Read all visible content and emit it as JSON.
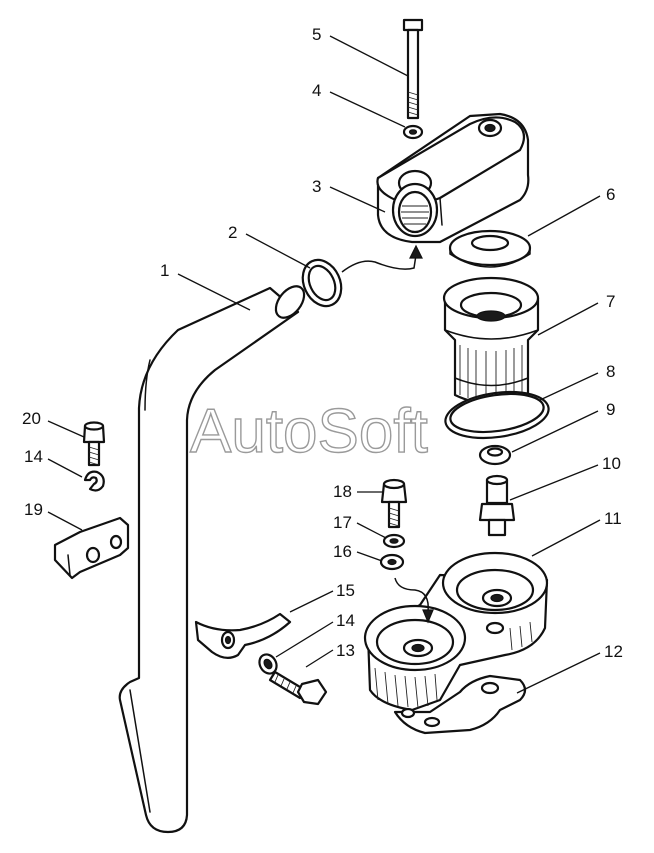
{
  "watermark": "AutoSoft",
  "callouts": [
    {
      "id": "c1",
      "label": "1"
    },
    {
      "id": "c2",
      "label": "2"
    },
    {
      "id": "c3",
      "label": "3"
    },
    {
      "id": "c4",
      "label": "4"
    },
    {
      "id": "c5",
      "label": "5"
    },
    {
      "id": "c6",
      "label": "6"
    },
    {
      "id": "c7",
      "label": "7"
    },
    {
      "id": "c8",
      "label": "8"
    },
    {
      "id": "c9",
      "label": "9"
    },
    {
      "id": "c10",
      "label": "10"
    },
    {
      "id": "c11",
      "label": "11"
    },
    {
      "id": "c12",
      "label": "12"
    },
    {
      "id": "c13",
      "label": "13"
    },
    {
      "id": "c14a",
      "label": "14"
    },
    {
      "id": "c14b",
      "label": "14"
    },
    {
      "id": "c15",
      "label": "15"
    },
    {
      "id": "c16",
      "label": "16"
    },
    {
      "id": "c17",
      "label": "17"
    },
    {
      "id": "c18",
      "label": "18"
    },
    {
      "id": "c19",
      "label": "19"
    },
    {
      "id": "c20",
      "label": "20"
    }
  ]
}
